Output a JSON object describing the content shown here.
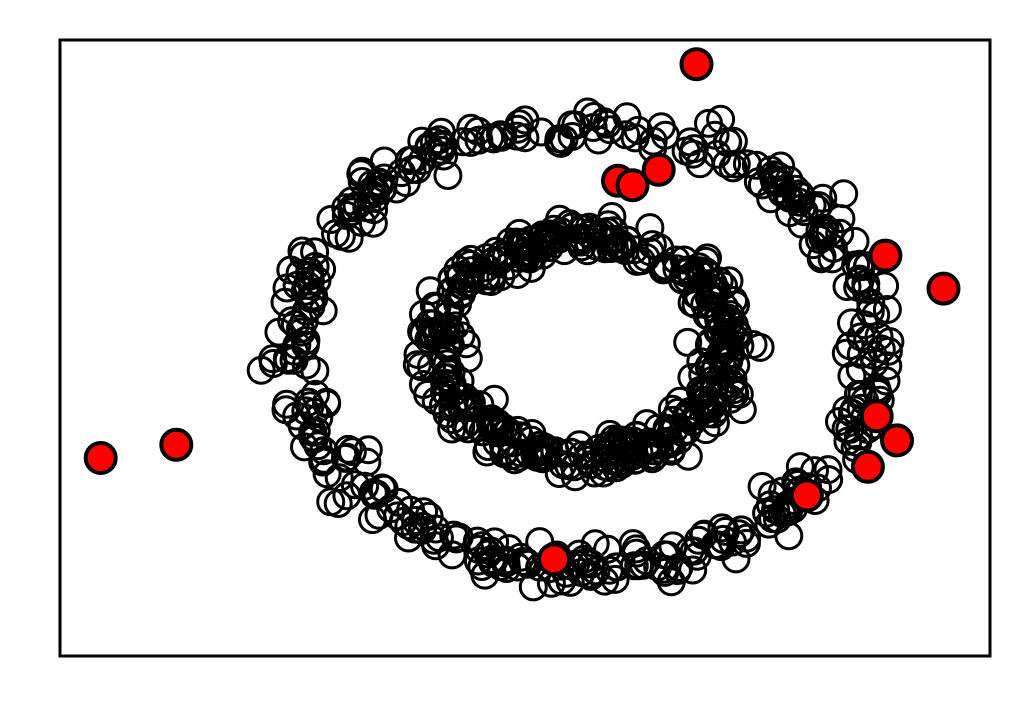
{
  "chart_data": {
    "type": "scatter",
    "title": "",
    "xlabel": "",
    "ylabel": "",
    "xlim": [
      -1.8,
      1.4
    ],
    "ylim": [
      -1.4,
      1.4
    ],
    "grid": false,
    "ticks_visible": false,
    "series": [
      {
        "marker": "open-circle",
        "edge_color": "#000000",
        "fill_color": "none",
        "rings": [
          {
            "radius": 0.5,
            "noise": 0.04,
            "count": 420,
            "center": [
              0,
              0
            ],
            "aspect": 1.0
          },
          {
            "radius": 1.0,
            "noise": 0.045,
            "count": 420,
            "center": [
              0,
              0
            ],
            "aspect": 1.0
          }
        ]
      },
      {
        "marker": "filled-circle",
        "edge_color": "#000000",
        "fill_color": "#ff0000",
        "points": [
          {
            "x": -1.66,
            "y": -0.5
          },
          {
            "x": -1.4,
            "y": -0.44
          },
          {
            "x": 0.39,
            "y": 1.29
          },
          {
            "x": 0.12,
            "y": 0.76
          },
          {
            "x": 0.17,
            "y": 0.74
          },
          {
            "x": 0.26,
            "y": 0.81
          },
          {
            "x": 1.04,
            "y": 0.42
          },
          {
            "x": 1.24,
            "y": 0.27
          },
          {
            "x": 1.01,
            "y": -0.31
          },
          {
            "x": 1.08,
            "y": -0.42
          },
          {
            "x": 0.98,
            "y": -0.54
          },
          {
            "x": 0.77,
            "y": -0.67
          },
          {
            "x": -0.1,
            "y": -0.96
          }
        ]
      }
    ]
  }
}
